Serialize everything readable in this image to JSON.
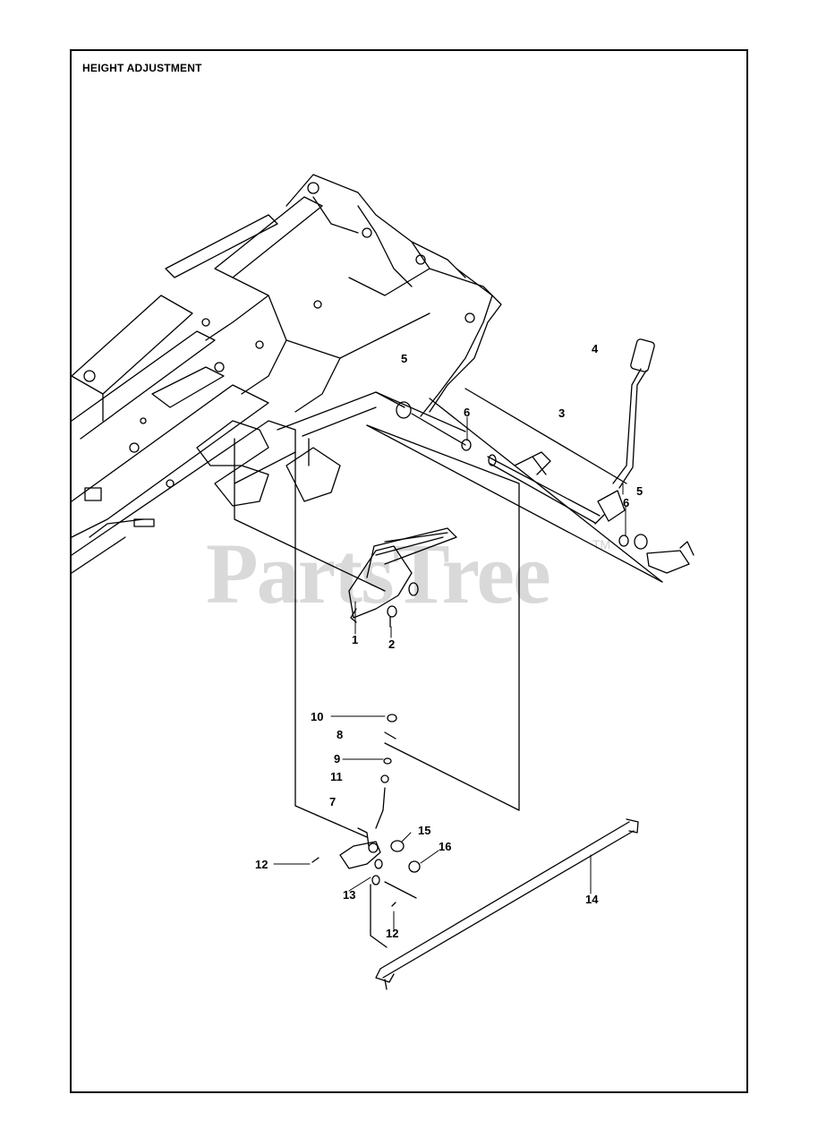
{
  "title": "HEIGHT ADJUSTMENT",
  "watermark": {
    "text": "PartsTree",
    "mark": "TM"
  },
  "callouts": {
    "c1": "1",
    "c2": "2",
    "c3": "3",
    "c4": "4",
    "c5a": "5",
    "c5b": "5",
    "c6a": "6",
    "c6b": "6",
    "c7": "7",
    "c8": "8",
    "c9": "9",
    "c10": "10",
    "c11": "11",
    "c12a": "12",
    "c12b": "12",
    "c13": "13",
    "c14": "14",
    "c15": "15",
    "c16": "16"
  }
}
